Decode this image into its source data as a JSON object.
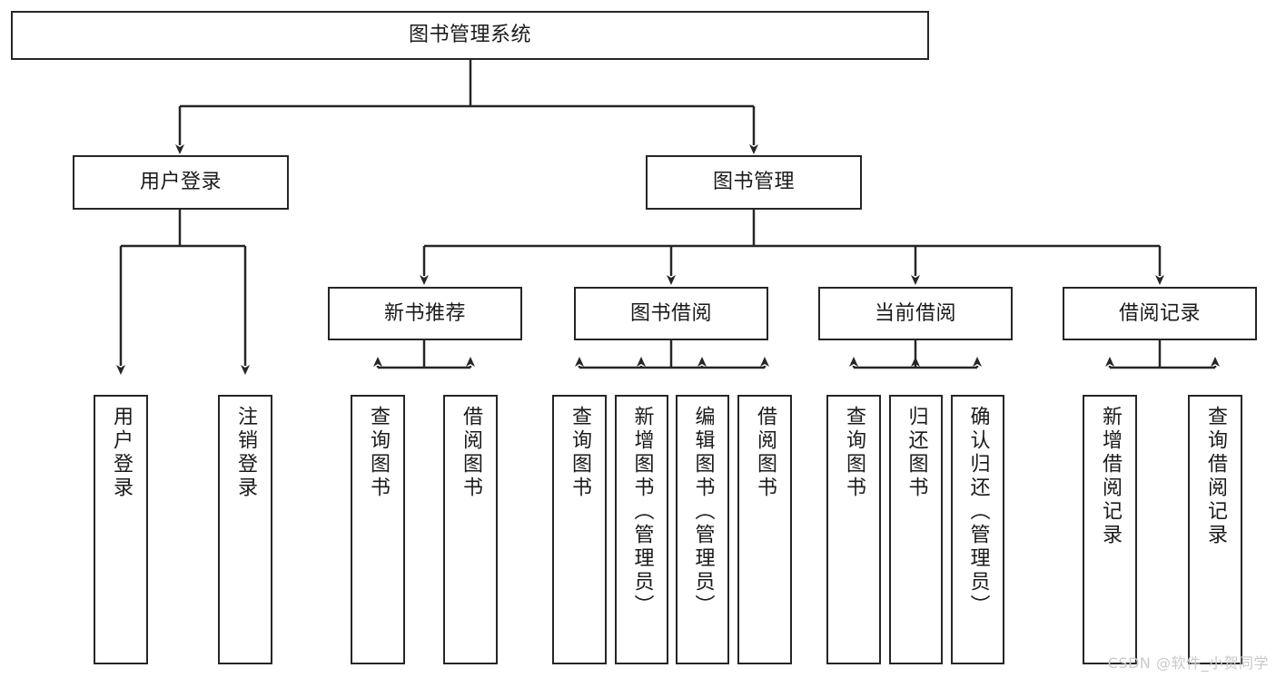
{
  "diagram": {
    "title": "图书管理系统",
    "watermark": "CSDN @软件_小贺同学",
    "colors": {
      "stroke": "#262626",
      "fill": "#ffffff",
      "text": "#1a1a1a",
      "watermark": "#c9c9c9",
      "background": "#ffffff"
    },
    "nodes": {
      "root": {
        "label": "图书管理系统"
      },
      "level1": [
        {
          "id": "user-login",
          "label": "用户登录"
        },
        {
          "id": "book-manage",
          "label": "图书管理"
        }
      ],
      "level2": [
        {
          "id": "new-book-recommend",
          "label": "新书推荐"
        },
        {
          "id": "book-borrow",
          "label": "图书借阅"
        },
        {
          "id": "current-borrow",
          "label": "当前借阅"
        },
        {
          "id": "borrow-record",
          "label": "借阅记录"
        }
      ],
      "leaves": {
        "user_login": [
          {
            "id": "leaf-user-login",
            "label": "用户登录"
          },
          {
            "id": "leaf-user-logout",
            "label": "注销登录"
          }
        ],
        "new_book_recommend": [
          {
            "id": "leaf-query-book-1",
            "label": "查询图书"
          },
          {
            "id": "leaf-borrow-book-1",
            "label": "借阅图书"
          }
        ],
        "book_borrow": [
          {
            "id": "leaf-query-book-2",
            "label": "查询图书"
          },
          {
            "id": "leaf-add-book",
            "label": "新增图书（管理员）"
          },
          {
            "id": "leaf-edit-book",
            "label": "编辑图书（管理员）"
          },
          {
            "id": "leaf-borrow-book-2",
            "label": "借阅图书"
          }
        ],
        "current_borrow": [
          {
            "id": "leaf-query-book-3",
            "label": "查询图书"
          },
          {
            "id": "leaf-return-book",
            "label": "归还图书"
          },
          {
            "id": "leaf-confirm-return",
            "label": "确认归还（管理员）"
          }
        ],
        "borrow_record": [
          {
            "id": "leaf-add-record",
            "label": "新增借阅记录"
          },
          {
            "id": "leaf-query-record",
            "label": "查询借阅记录"
          }
        ]
      }
    }
  }
}
